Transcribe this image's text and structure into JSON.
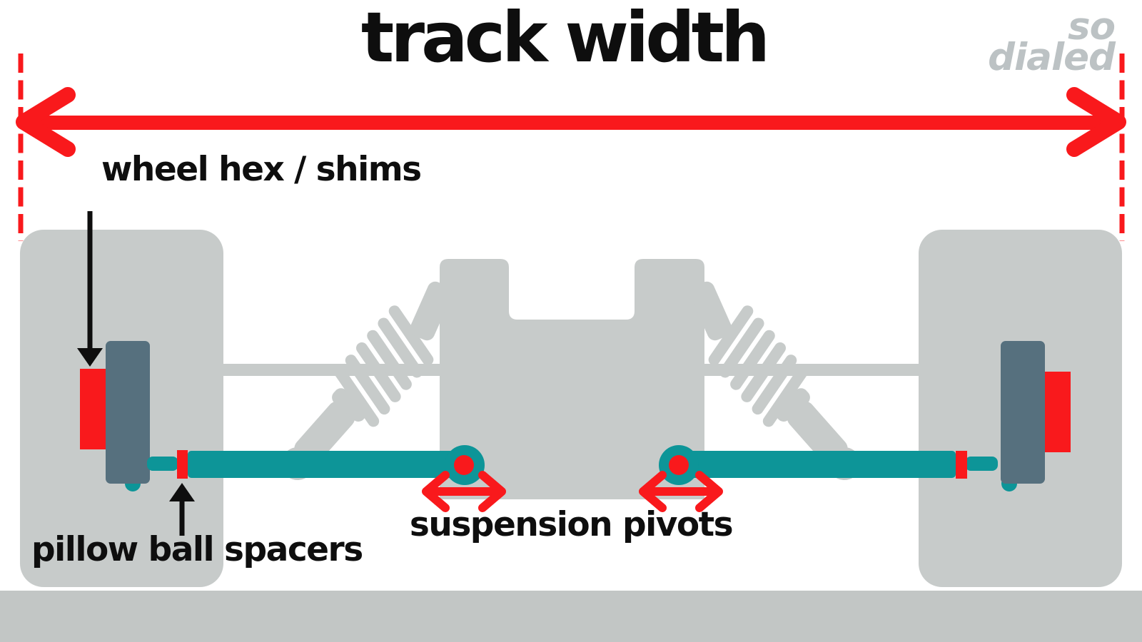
{
  "title": "track width",
  "logo": {
    "line1": "so",
    "line2": "dialed"
  },
  "labels": {
    "wheel_hex": "wheel hex / shims",
    "pillow_ball": "pillow ball spacers",
    "suspension_pivots": "suspension pivots"
  },
  "colors": {
    "red": "#f9191c",
    "teal": "#0d9598",
    "wheel_hub_slate": "#56707e",
    "silhouette_gray": "#c7cbca",
    "ground_gray": "#c2c6c5",
    "logo_gray": "#bcc2c4",
    "ink": "#0e0e0e",
    "background": "#ffffff"
  }
}
